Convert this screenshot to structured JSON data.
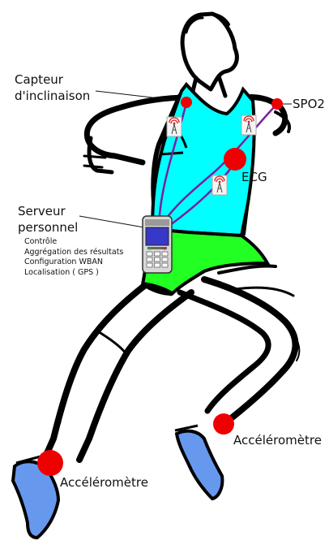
{
  "labels": {
    "tilt_sensor": [
      "Capteur",
      "d'inclinaison"
    ],
    "spo2": "SPO2",
    "ecg": "ECG",
    "server": [
      "Serveur",
      "personnel"
    ],
    "accelerometer_right": "Accéléromètre",
    "accelerometer_left": "Accéléromètre"
  },
  "server_functions": [
    "Contrôle",
    "Aggrégation des résultats",
    "Configuration WBAN",
    "Localisation ( GPS )"
  ],
  "colors": {
    "shirt": "#00ffff",
    "shorts": "#22ff22",
    "shoes": "#6699ee",
    "sensor": "#ee0000",
    "link": "#7a1fa0",
    "phone_screen": "#3838c8",
    "outline": "#000000"
  },
  "icons": [
    "wireless-signal-icon",
    "mobile-phone-icon",
    "sensor-dot-icon"
  ]
}
